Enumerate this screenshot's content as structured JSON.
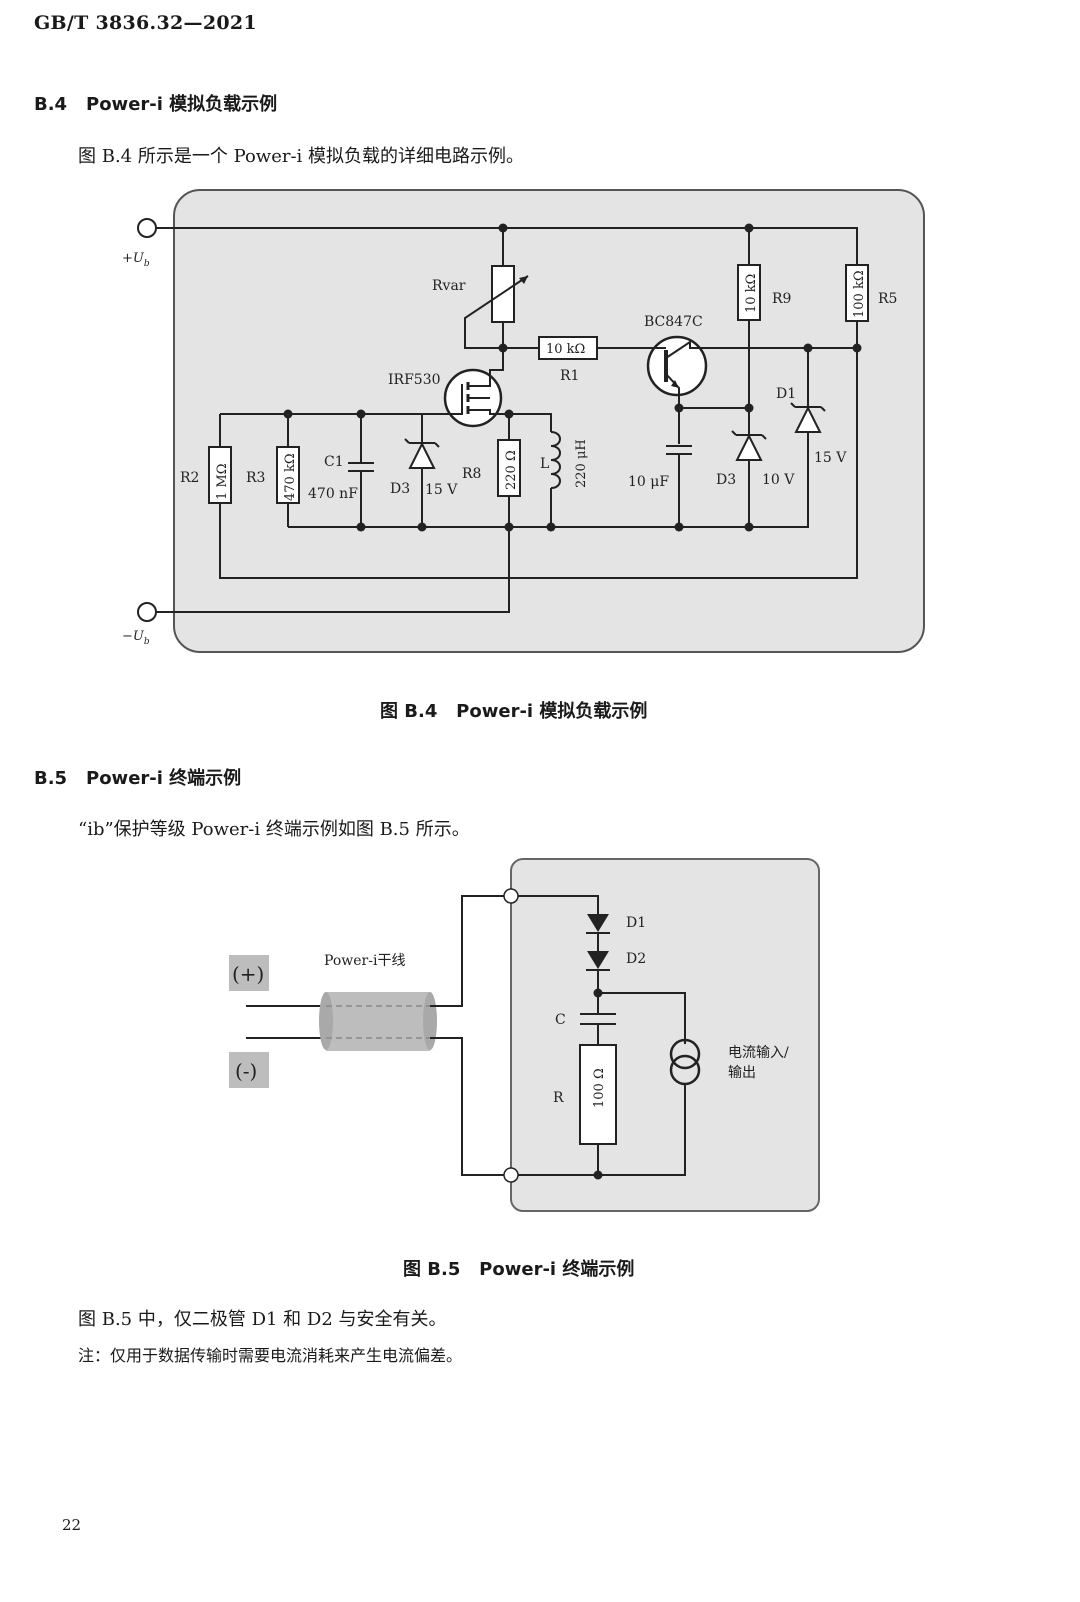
{
  "header": {
    "doc_id": "GB/T 3836.32—2021"
  },
  "section_b4": {
    "number": "B.4",
    "title": "Power-i 模拟负载示例",
    "intro": "图 B.4 所示是一个 Power-i 模拟负载的详细电路示例。"
  },
  "figure_b4": {
    "terminal_pos": "+U",
    "terminal_pos_sub": "b",
    "terminal_neg": "−U",
    "terminal_neg_sub": "b",
    "rvar": "Rvar",
    "r1_label": "R1",
    "r1_value": "10 kΩ",
    "transistor": "BC847C",
    "r9_value": "10 kΩ",
    "r9_label": "R9",
    "r5_value": "100 kΩ",
    "r5_label": "R5",
    "mosfet": "IRF530",
    "d1_label": "D1",
    "d1_value": "15 V",
    "r2_label": "R2",
    "r2_value": "1 MΩ",
    "r3_label": "R3",
    "r3_value": "470 kΩ",
    "c1_label": "C1",
    "c1_value": "470 nF",
    "d3_left_label": "D3",
    "d3_left_value": "15 V",
    "r8_label": "R8",
    "r8_value": "220 Ω",
    "l_label": "L",
    "l_value": "220 μH",
    "cap_value": "10 μF",
    "d3_right_label": "D3",
    "d3_right_value": "10 V",
    "caption_num": "图 B.4",
    "caption_title": "Power-i 模拟负载示例"
  },
  "section_b5": {
    "number": "B.5",
    "title": "Power-i 终端示例",
    "intro": "“ib”保护等级 Power-i 终端示例如图 B.5 所示。"
  },
  "figure_b5": {
    "plus": "(+)",
    "minus": "(-)",
    "trunk": "Power-i干线",
    "d1": "D1",
    "d2": "D2",
    "c": "C",
    "r": "R",
    "r_value": "100 Ω",
    "source_label_1": "电流输入/",
    "source_label_2": "输出",
    "caption_num": "图 B.5",
    "caption_title": "Power-i 终端示例"
  },
  "closing": {
    "text": "图 B.5 中，仅二极管 D1 和 D2 与安全有关。",
    "note": "注：仅用于数据传输时需要电流消耗来产生电流偏差。"
  },
  "footer": {
    "page_number": "22"
  }
}
